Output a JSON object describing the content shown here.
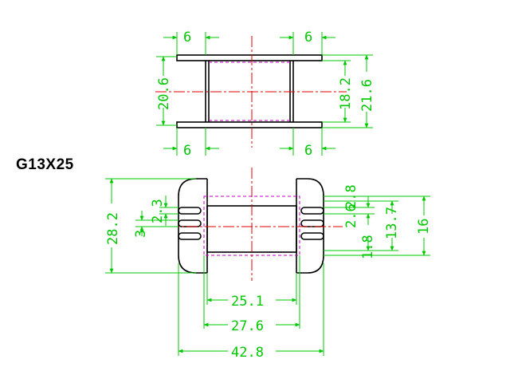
{
  "title": "G13X25",
  "colors": {
    "outline": "#000000",
    "dimension": "#00c800",
    "centerline": "#e00000",
    "hidden": "#c000c0",
    "background": "#ffffff"
  },
  "top_view": {
    "flange_top_left": "6",
    "flange_top_right": "6",
    "flange_bottom_left": "6",
    "flange_bottom_right": "6",
    "overall_height_left": "20.6",
    "inner_height_right": "18.2",
    "overall_height_right": "21.6"
  },
  "front_view": {
    "height_outer": "28.2",
    "slot_pitch": "2.3",
    "slot_width": "3",
    "right_top": "2.8",
    "right_slot": "2.6",
    "right_small": "1.8",
    "right_mid": "13.7",
    "right_outer": "16",
    "width_inner": "25.1",
    "width_mid": "27.6",
    "width_outer": "42.8"
  }
}
